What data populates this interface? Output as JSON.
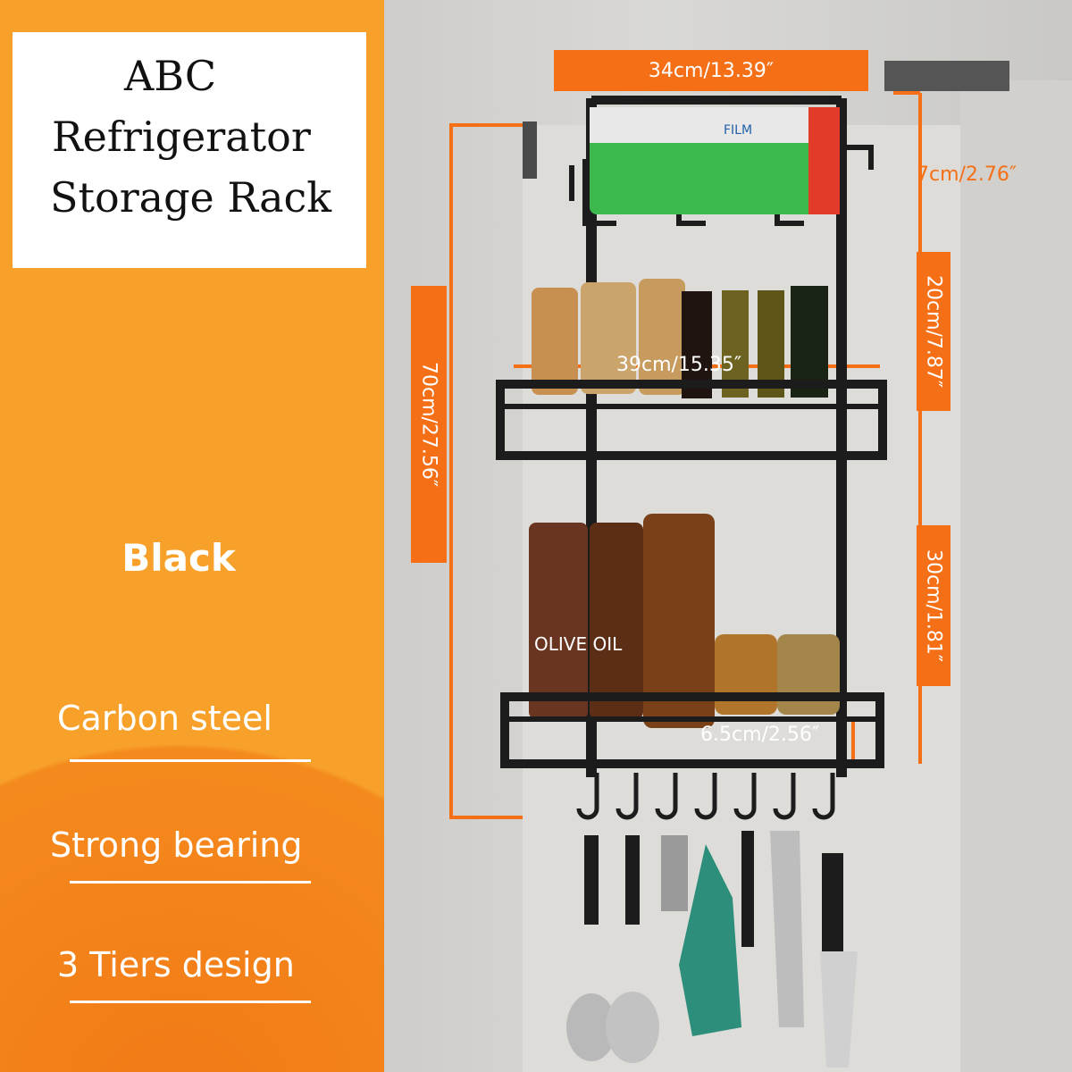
{
  "title": {
    "line1": "ABC",
    "line2": "Refrigerator",
    "line3": "Storage Rack"
  },
  "color_label": "Black",
  "features": [
    "Carbon steel",
    "Strong bearing",
    "3 Tiers design"
  ],
  "dimensions": {
    "top_width": "34cm/13.39″",
    "shelf_width": "39cm/15.35″",
    "total_height": "70cm/27.56″",
    "top_gap": "7cm/2.76″",
    "upper_gap": "20cm/7.87″",
    "lower_gap": "30cm/1.81″",
    "shelf_depth": "6.5cm/2.56″"
  },
  "product_labels": {
    "film": "FILM",
    "oil": "OLIVE OIL"
  },
  "colors": {
    "orange_light": "#f7a12a",
    "orange_dark": "#f27a16",
    "dimension_orange": "#f46f16",
    "rack_black": "#1c1c1c"
  }
}
